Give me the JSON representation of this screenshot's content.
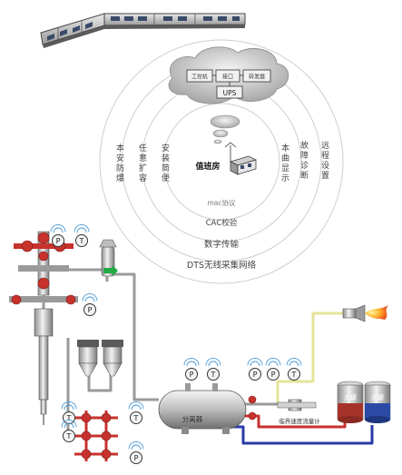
{
  "diagram": {
    "ring_labels": {
      "dts_network": "DTS无线采集网络",
      "data_transmission": "数字传输",
      "cac_check": "CAC校验",
      "mac_protocol": "mac协议"
    },
    "left_labels": {
      "local_defense": "本安防爆",
      "task_expansion": "任意扩容",
      "install_simple": "安装简便"
    },
    "right_labels": {
      "curve_display": "本曲显示",
      "fault_diagnosis": "故障诊断",
      "remote_setting": "远程设置"
    },
    "cloud": {
      "industrial_pc": "工控机",
      "interface": "接口",
      "transmitter": "转发器",
      "ups": "UPS"
    },
    "duty_room": "值班房",
    "separator": "分离器",
    "flowmeter": "临界速度流量计",
    "tank_1": "大罐",
    "tank_2": "大罐",
    "sensor_pressure": "P",
    "sensor_temperature": "T",
    "colors": {
      "pipe_red": "#c8322d",
      "pipe_blue": "#2a3aa6",
      "pipe_yellow": "#e6e49a",
      "ring": "#c9c9c9",
      "tank_blue": "#2a4aa6",
      "tank_red": "#a6332a",
      "arrow_green": "#22aa44"
    }
  }
}
